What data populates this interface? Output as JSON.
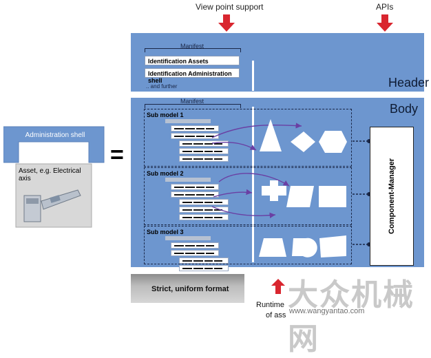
{
  "top": {
    "view_point_support": "View point support",
    "apis": "APIs"
  },
  "header": {
    "label": "Header",
    "manifest_label": "Manifest",
    "items": [
      "Identification  Assets",
      "Identification  Administration shell"
    ],
    "further": ".. and further"
  },
  "body": {
    "label": "Body",
    "manifest_label": "Manifest",
    "sub_models": [
      "Sub model 1",
      "Sub model 2",
      "Sub model 3"
    ]
  },
  "component_manager": "Component-Manager",
  "admin_shell": {
    "title": "Administration shell",
    "asset_label": "Asset, e.g. Electrical axis"
  },
  "equals_sign": "=",
  "strict_format": "Strict, uniform format",
  "runtime": {
    "line1": "Runtime",
    "line2": "of ass"
  },
  "watermark": {
    "chinese": "大众机械网",
    "url": "www.wangyantao.com"
  },
  "colors": {
    "shell_blue": "#6d96cf",
    "arrow_red": "#d9262f",
    "connector_purple": "#6a3fa3"
  }
}
